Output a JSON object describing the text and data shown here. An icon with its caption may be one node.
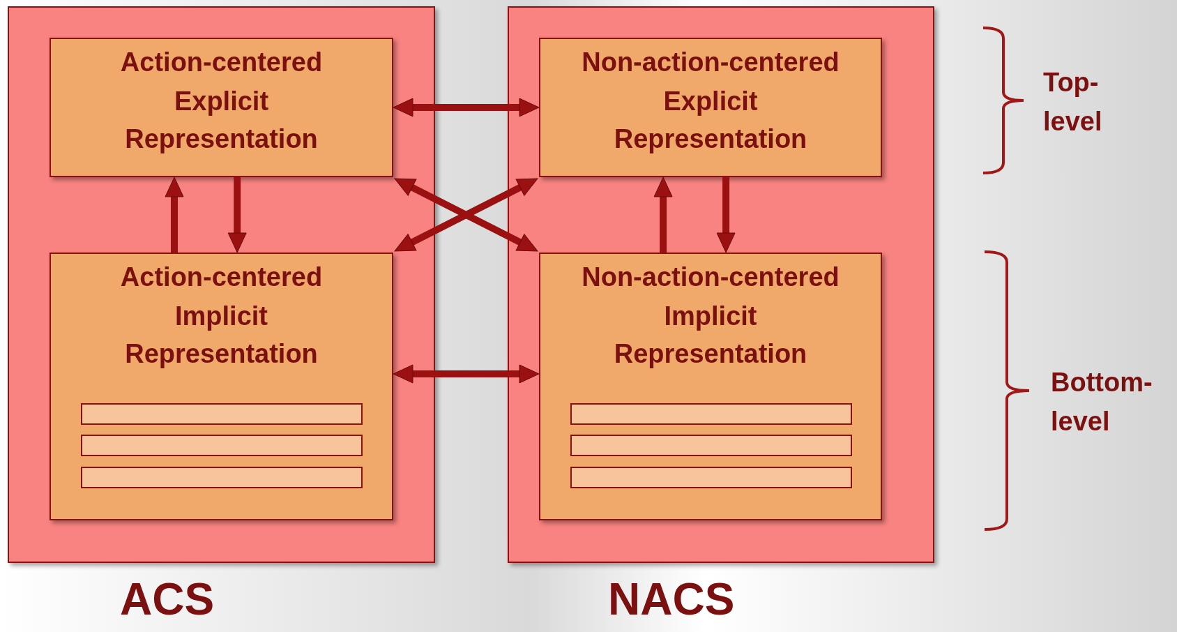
{
  "diagram": {
    "nodes": [
      {
        "text": [
          "ACS"
        ]
      },
      {
        "text": [
          "NACS"
        ]
      },
      {
        "text": [
          "Action-centered",
          "Explicit Representation"
        ],
        "in": 0
      },
      {
        "text": [
          "Action-centered",
          "Implicit Representation"
        ],
        "in": 0
      },
      {
        "text": [],
        "shape": "bar",
        "in": 3
      },
      {
        "text": [],
        "shape": "bar",
        "in": 3
      },
      {
        "text": [],
        "shape": "bar",
        "in": 3
      },
      {
        "text": [
          "Non-action-centered",
          "Explicit Representation"
        ],
        "in": 1
      },
      {
        "text": [
          "Non-action-centered",
          "Implicit Representation"
        ],
        "in": 1
      },
      {
        "text": [],
        "shape": "bar",
        "in": 8
      },
      {
        "text": [],
        "shape": "bar",
        "in": 8
      },
      {
        "text": [],
        "shape": "bar",
        "in": 8
      }
    ],
    "edges": [
      {
        "from": 2,
        "to": 7,
        "arrow": "both"
      },
      {
        "from": 3,
        "to": 2,
        "arrow": "to"
      },
      {
        "from": 2,
        "to": 3,
        "arrow": "to"
      },
      {
        "from": 2,
        "to": 8,
        "arrow": "both"
      },
      {
        "from": 3,
        "to": 7,
        "arrow": "both"
      },
      {
        "from": 8,
        "to": 7,
        "arrow": "to"
      },
      {
        "from": 7,
        "to": 8,
        "arrow": "to"
      },
      {
        "from": 3,
        "to": 8,
        "arrow": "both"
      }
    ],
    "labels": [
      "Top- level",
      "Bottom- level"
    ]
  }
}
